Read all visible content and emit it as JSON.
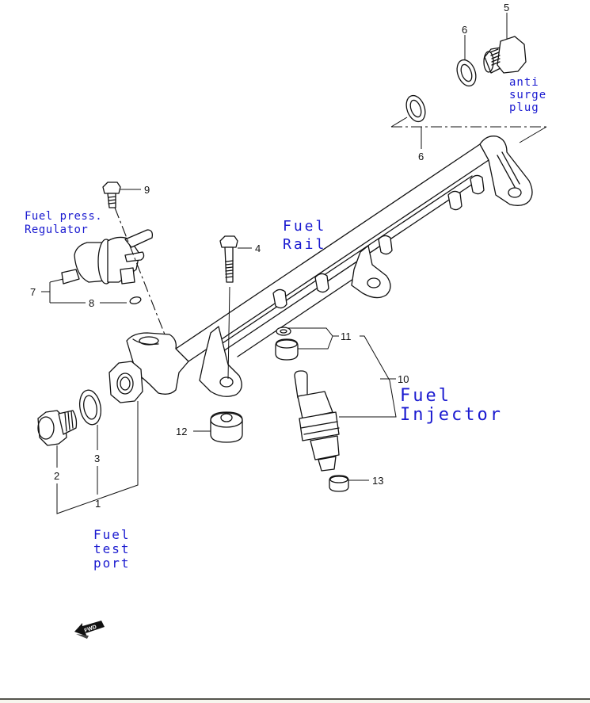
{
  "diagram": {
    "title": "Fuel rail exploded parts diagram",
    "callouts": [
      {
        "id": "1",
        "text": "1"
      },
      {
        "id": "2",
        "text": "2"
      },
      {
        "id": "3",
        "text": "3"
      },
      {
        "id": "4",
        "text": "4"
      },
      {
        "id": "5",
        "text": "5"
      },
      {
        "id": "6a",
        "text": "6"
      },
      {
        "id": "6b",
        "text": "6"
      },
      {
        "id": "7",
        "text": "7"
      },
      {
        "id": "8",
        "text": "8"
      },
      {
        "id": "9",
        "text": "9"
      },
      {
        "id": "10",
        "text": "10"
      },
      {
        "id": "11",
        "text": "11"
      },
      {
        "id": "12",
        "text": "12"
      },
      {
        "id": "13",
        "text": "13"
      }
    ],
    "annotations": {
      "anti_surge_plug": [
        "anti",
        "surge",
        "plug"
      ],
      "fuel_press_regulator": [
        "Fuel press.",
        "Regulator"
      ],
      "fuel_rail": [
        "Fuel",
        "Rail"
      ],
      "fuel_injector": [
        "Fuel",
        "Injector"
      ],
      "fuel_test_port": [
        "Fuel",
        "test",
        "port"
      ]
    },
    "fwd_marker": "FWD",
    "annotation_color": "#1a1ad0",
    "line_color": "#111111"
  }
}
